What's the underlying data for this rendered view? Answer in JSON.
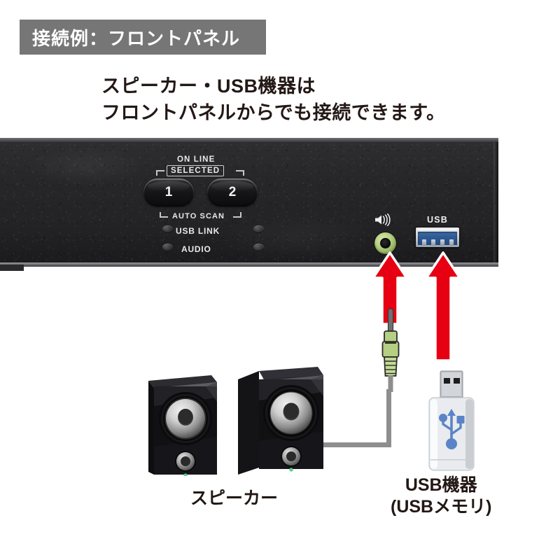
{
  "header": {
    "banner_label": "接続例：フロントパネル",
    "banner_color": "#767676",
    "banner_text_color": "#ffffff"
  },
  "subtitle": {
    "line1": "スピーカー・USB機器は",
    "line2": "フロントパネルからでも接続できます。",
    "color": "#231815"
  },
  "device": {
    "panel": {
      "online_label": "ON LINE",
      "selected_label": "SELECTED",
      "autoscan_label": "AUTO SCAN",
      "usb_link_label": "USB LINK",
      "audio_label": "AUDIO",
      "buttons": [
        {
          "label": "1"
        },
        {
          "label": "2"
        }
      ],
      "leds": [
        {
          "name": "usb-link-led-left"
        },
        {
          "name": "usb-link-led-right"
        },
        {
          "name": "audio-led-left"
        },
        {
          "name": "audio-led-right"
        }
      ]
    },
    "ports": {
      "audio_icon": "speaker-volume-icon",
      "audio_jack_color": "#9ec46a",
      "usb_label": "USB",
      "usb_port_color": "#2f5a93"
    },
    "body_color": "#27272a"
  },
  "arrows": {
    "color": "#e60012",
    "outline_color": "#ffffff",
    "items": [
      {
        "name": "arrow-to-audio-jack"
      },
      {
        "name": "arrow-to-usb-port"
      }
    ]
  },
  "devices": {
    "audio_plug": {
      "name": "audio-plug-3.5mm",
      "body_color": "#b5cf83",
      "tip_color": "#6f6f6f",
      "cable_color": "#8e8e8e"
    },
    "speakers": {
      "name": "speaker-pair",
      "cabinet_color": "#17171a",
      "cone_color": "#c9c9c9",
      "led_color": "#4fd18b",
      "count": 2
    },
    "usb_stick": {
      "name": "usb-flash-drive",
      "body_color": "#eef0f2",
      "logo_color": "#5b84c8",
      "connector_color": "#b9bec4"
    }
  },
  "captions": {
    "speaker": "スピーカー",
    "usb_line1": "USB機器",
    "usb_line2": "(USBメモリ)"
  }
}
